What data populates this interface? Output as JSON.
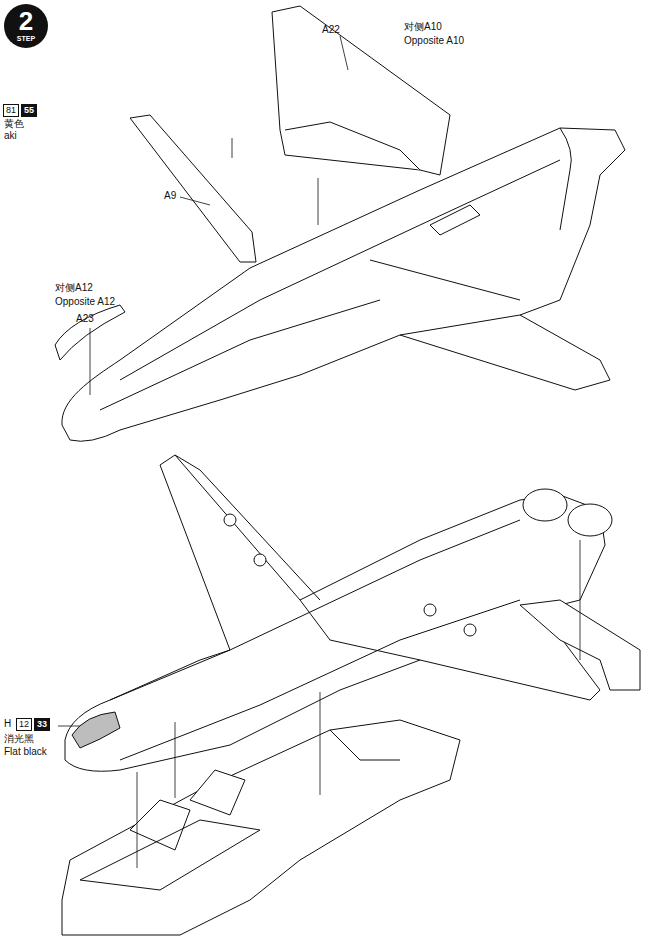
{
  "diagram": {
    "nodes": [
      {
        "text": [
          "2",
          "STEP"
        ]
      }
    ],
    "labels": [
      "81",
      "55",
      "黄色",
      "aki",
      "A22",
      "对侧A10",
      "Opposite A10",
      "A9",
      "对侧A12",
      "Opposite A12",
      "A23",
      "H",
      "12",
      "33",
      "消光黑",
      "Flat black"
    ]
  }
}
